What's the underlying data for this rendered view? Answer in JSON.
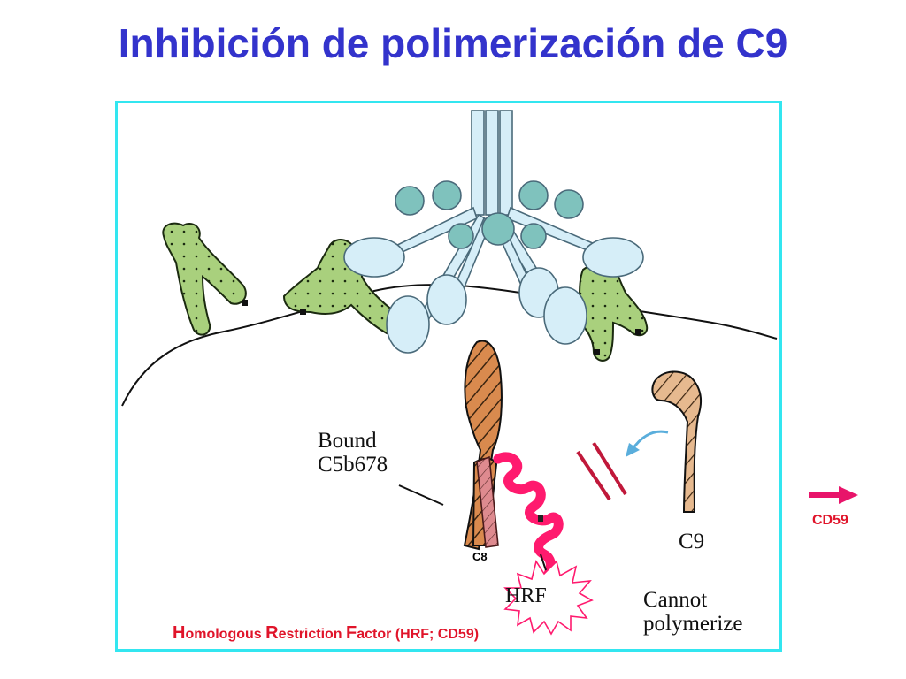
{
  "title": "Inhibición de polimerización de C9",
  "figure": {
    "label_bound_line1": "Bound",
    "label_bound_line2": "C5b678",
    "label_c8": "C8",
    "label_hrf": "HRF",
    "label_c9": "C9",
    "label_cannot_line1": "Cannot",
    "label_cannot_line2": "polymerize",
    "caption": {
      "H": "H",
      "omologous": "omologous ",
      "R": "R",
      "estriction": "estriction ",
      "F": "F",
      "actor": "actor (HRF; CD59)"
    }
  },
  "legend": {
    "label": "CD59",
    "color": "#e8146a"
  },
  "colors": {
    "title": "#3333cc",
    "frame_border": "#33e6f0",
    "cd59": "#ff1a6e",
    "c5b678": "#d98a4e",
    "c8": "#de8a8f",
    "c9": "#e0b48a",
    "green_protein": "#a9d07d",
    "antibody": "#d6eef8",
    "c1q_head": "#7fc2bd",
    "caption_red": "#e0142a"
  }
}
